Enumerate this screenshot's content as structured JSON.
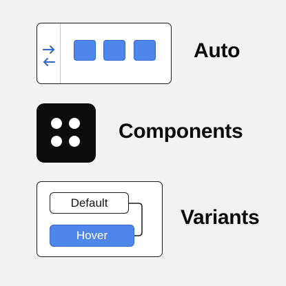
{
  "features": {
    "auto": {
      "label": "Auto",
      "box_count": 3
    },
    "components": {
      "label": "Components",
      "dot_count": 4
    },
    "variants": {
      "label": "Variants",
      "default_state_label": "Default",
      "hover_state_label": "Hover"
    }
  },
  "icons": {
    "auto_direction": "swap-horizontal-arrows-icon",
    "components": "four-dots-icon",
    "variants_link": "state-connector-icon"
  },
  "colors": {
    "background": "#f2f2f2",
    "accent_blue": "#4f86ec",
    "tile_black": "#0d0d0d",
    "outline": "#1a1a1a"
  }
}
